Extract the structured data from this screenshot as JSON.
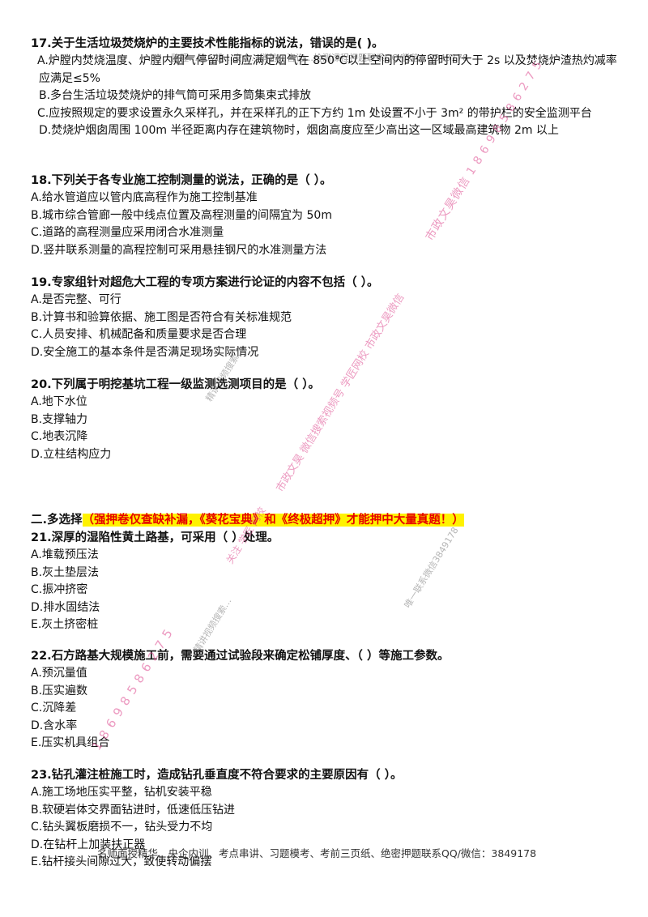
{
  "header_ad": "…监理…建…造…安全…消防…咨询…检测课程押题联系QQ/微信：3849178",
  "q17": {
    "title": "17.关于生活垃圾焚烧炉的主要技术性能指标的说法，错误的是(    )。",
    "options": [
      "A.炉膛内焚烧温度、炉膛内烟气停留时间应满足烟气在 850℃以上空间内的停留时间大于 2s 以及焚烧炉渣热灼减率应满足≤5%",
      "B.多台生活垃圾焚烧炉的排气筒可采用多筒集束式排放",
      "C.应按照规定的要求设置永久采样孔，并在采样孔的正下方约 1m 处设置不小于 3m² 的带护栏的安全监测平台",
      "D.焚烧炉烟囱周围 100m 半径距离内存在建筑物时，烟囱高度应至少高出这一区域最高建筑物 2m 以上"
    ]
  },
  "q18": {
    "title": "18.下列关于各专业施工控制测量的说法，正确的是（              ）。",
    "options": [
      "A.给水管道应以管内底高程作为施工控制基准",
      "B.城市综合管廊一般中线点位置及高程测量的间隔宜为 50m",
      "C.道路的高程测量应采用闭合水准测量",
      "D.竖井联系测量的高程控制可采用悬挂钢尺的水准测量方法"
    ]
  },
  "q19": {
    "title": "19.专家组针对超危大工程的专项方案进行论证的内容不包括（              ）。",
    "options": [
      "A.是否完整、可行",
      "B.计算书和验算依据、施工图是否符合有关标准规范",
      "C.人员安排、机械配备和质量要求是否合理",
      "D.安全施工的基本条件是否满足现场实际情况"
    ]
  },
  "q20": {
    "title": "20.下列属于明挖基坑工程一级监测选测项目的是（              ）。",
    "options": [
      "A.地下水位",
      "B.支撑轴力",
      "C.地表沉降",
      "D.立柱结构应力"
    ]
  },
  "section2": {
    "label": "二.多选择",
    "highlight": "（强押卷仅查缺补漏，《葵花宝典》和《终极超押》才能押中大量真题！）"
  },
  "q21": {
    "title": "21.深厚的湿陷性黄土路基，可采用（              ）处理。",
    "options": [
      "A.堆载预压法",
      "B.灰土垫层法",
      "C.振冲挤密",
      "D.排水固结法",
      "E.灰土挤密桩"
    ]
  },
  "q22": {
    "title": "22.石方路基大规模施工前，需要通过试验段来确定松铺厚度、（              ）等施工参数。",
    "options": [
      "A.预沉量值",
      "B.压实遍数",
      "C.沉降差",
      "D.含水率",
      "E.压实机具组合"
    ]
  },
  "q23": {
    "title": "23.钻孔灌注桩施工时，造成钻孔垂直度不符合要求的主要原因有（              ）。",
    "options": [
      "A.施工场地压实平整，钻机安装平稳",
      "B.软硬岩体交界面钻进时，低速低压钻进",
      "C.钻头翼板磨损不一，钻头受力不均",
      "D.在钻杆上加装扶正器",
      "E.钻杆接头间隙过大，致使转动偏摆"
    ]
  },
  "footer_ad": "名师面授精华、央企内训、考点串讲、习题模考、考前三页纸、绝密押题联系QQ/微信：3849178",
  "watermarks": {
    "phone": "1 8 6 9 8 5 8 6 2 7 5",
    "wechat": "市政文昊微信 1 8 6 9 8 5 8 6 2 7 5",
    "video": "市政文昊  微信搜索视频号 学匠网校  市政文昊微信",
    "follow": "关注 学匠 网校",
    "contact": "唯一联系微信3849178",
    "grey1": "精讲视频搜索…",
    "grey2": "精讲视频搜索…"
  },
  "colors": {
    "highlight_bg": "#fff200",
    "highlight_text": "#e60000",
    "watermark_pink": "#dc468c"
  }
}
